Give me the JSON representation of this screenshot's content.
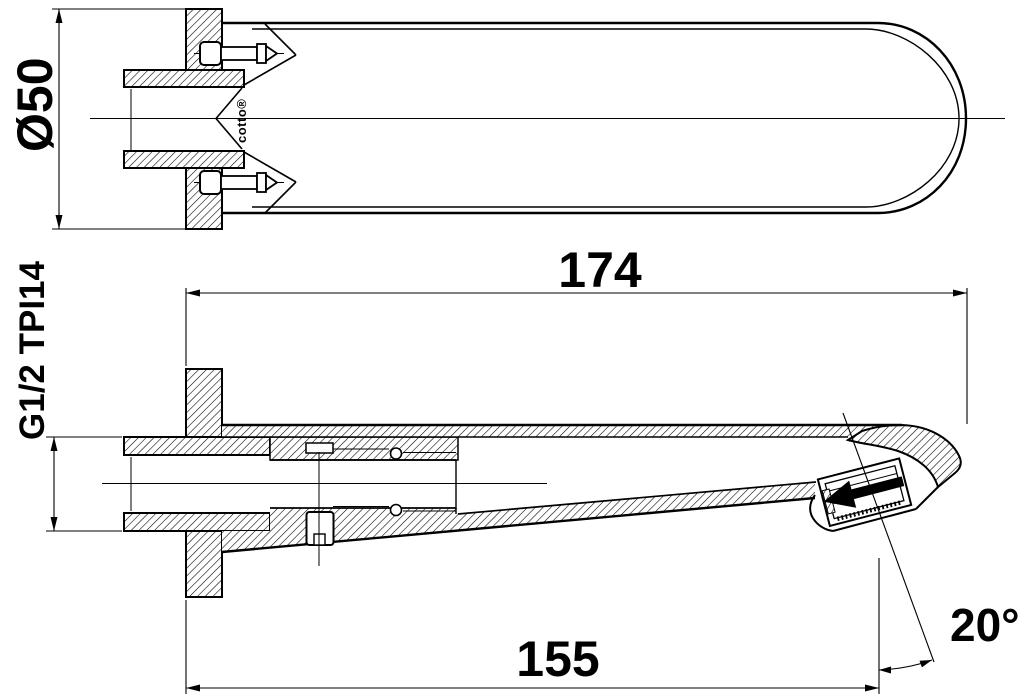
{
  "labels": {
    "diameter": "Ø50",
    "thread_spec": "G1/2 TPI14",
    "overall_length": "174",
    "projection_length": "155",
    "outlet_angle": "20°",
    "brand": "cotto®"
  },
  "colors": {
    "line": "#000000",
    "background": "#ffffff"
  }
}
